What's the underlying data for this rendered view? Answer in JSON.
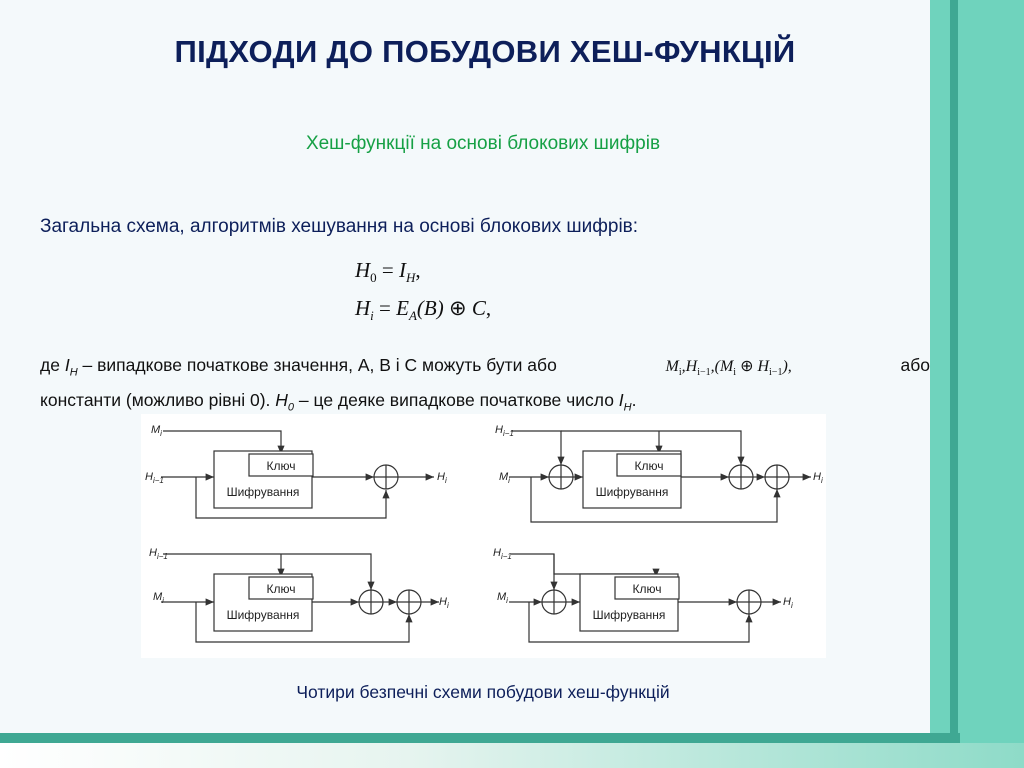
{
  "title": "ПІДХОДИ ДО ПОБУДОВИ ХЕШ-ФУНКЦІЙ",
  "subtitle": "Хеш-функції на основі блокових шифрів",
  "intro": "Загальна схема, алгоритмів хешування на основі блокових шифрів:",
  "formulas": {
    "f1": {
      "lhs": "H",
      "lhs_sub": "0",
      "eq": "=",
      "rhs": "I",
      "rhs_sub": "H",
      "tail": ","
    },
    "f2": {
      "lhs": "H",
      "lhs_sub": "i",
      "eq": "=",
      "rhs": "E",
      "rhs_sub": "A",
      "arg": "(B)",
      "op": "⊕",
      "rhs2": "C",
      "tail": ","
    }
  },
  "paragraph": {
    "p1": "де ",
    "ih": "I",
    "ih_sub": "H",
    "p2": " – випадкове початкове значення, А, В і С можуть бути або",
    "inline_formula": {
      "m": "M",
      "m_sub": "i",
      "h": ",H",
      "h_sub": "i−1",
      "open": ",(M",
      "m2_sub": "i",
      "op": "⊕",
      "h2": "H",
      "h2_sub": "i−1",
      "close": "),"
    },
    "p3": "або",
    "p4": "константи (можливо рівні 0). ",
    "h0": "H",
    "h0_sub": "0",
    "p5": " – це деяке випадкове початкове число ",
    "ih2": "I",
    "ih2_sub": "H",
    "p6": "."
  },
  "diagram": {
    "key_label": "Ключ",
    "enc_label": "Шифрування",
    "schemes": [
      {
        "top": "M",
        "top_sub": "i",
        "left": "H",
        "left_sub": "i−1",
        "out": "H",
        "out_sub": "i"
      },
      {
        "top": "H",
        "top_sub": "i−1",
        "left": "M",
        "left_sub": "i",
        "out": "H",
        "out_sub": "i"
      },
      {
        "top": "H",
        "top_sub": "i−1",
        "left": "M",
        "left_sub": "i",
        "out": "H",
        "out_sub": "i"
      },
      {
        "top": "H",
        "top_sub": "i−1",
        "left": "M",
        "left_sub": "i",
        "out": "H",
        "out_sub": "i"
      }
    ]
  },
  "caption": "Чотири безпечні схеми побудови хеш-функцій",
  "colors": {
    "title": "#0d1f5a",
    "subtitle": "#16a045",
    "accent_band": "#6fd3bd",
    "accent_dark": "#3fa893"
  }
}
